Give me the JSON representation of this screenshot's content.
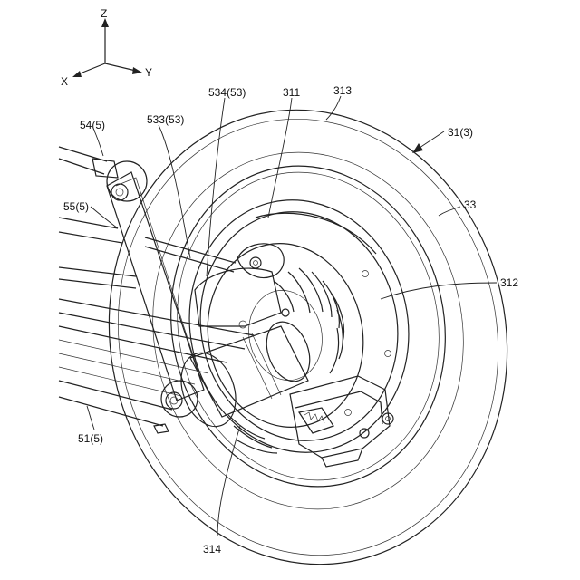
{
  "axes": {
    "z": "Z",
    "x": "X",
    "y": "Y"
  },
  "labels": {
    "l54": "54(5)",
    "l533": "533(53)",
    "l534": "534(53)",
    "l311": "311",
    "l313": "313",
    "l31": "31(3)",
    "l33": "33",
    "l55": "55(5)",
    "l312": "312",
    "l51": "51(5)",
    "l314": "314"
  }
}
